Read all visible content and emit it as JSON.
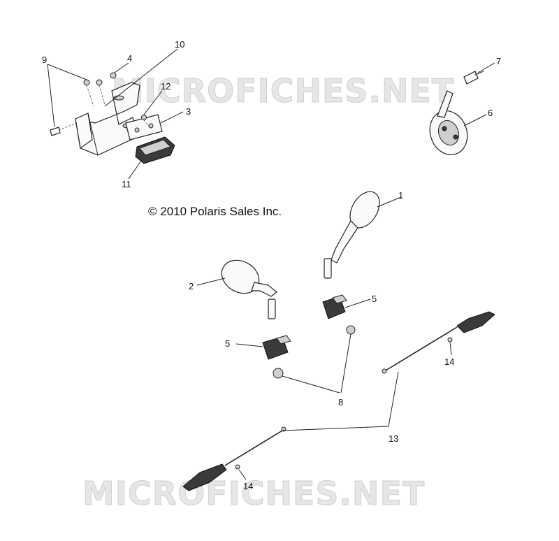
{
  "copyright": "© 2010 Polaris Sales Inc.",
  "watermark": "MICROFICHES.NET",
  "callouts": [
    {
      "id": "c1",
      "label": "1"
    },
    {
      "id": "c2",
      "label": "2"
    },
    {
      "id": "c3",
      "label": "3"
    },
    {
      "id": "c4",
      "label": "4"
    },
    {
      "id": "c5a",
      "label": "5"
    },
    {
      "id": "c5b",
      "label": "5"
    },
    {
      "id": "c6",
      "label": "6"
    },
    {
      "id": "c7",
      "label": "7"
    },
    {
      "id": "c8",
      "label": "8"
    },
    {
      "id": "c9",
      "label": "9"
    },
    {
      "id": "c10",
      "label": "10"
    },
    {
      "id": "c11",
      "label": "11"
    },
    {
      "id": "c12",
      "label": "12"
    },
    {
      "id": "c13",
      "label": "13"
    },
    {
      "id": "c14a",
      "label": "14"
    },
    {
      "id": "c14b",
      "label": "14"
    }
  ]
}
